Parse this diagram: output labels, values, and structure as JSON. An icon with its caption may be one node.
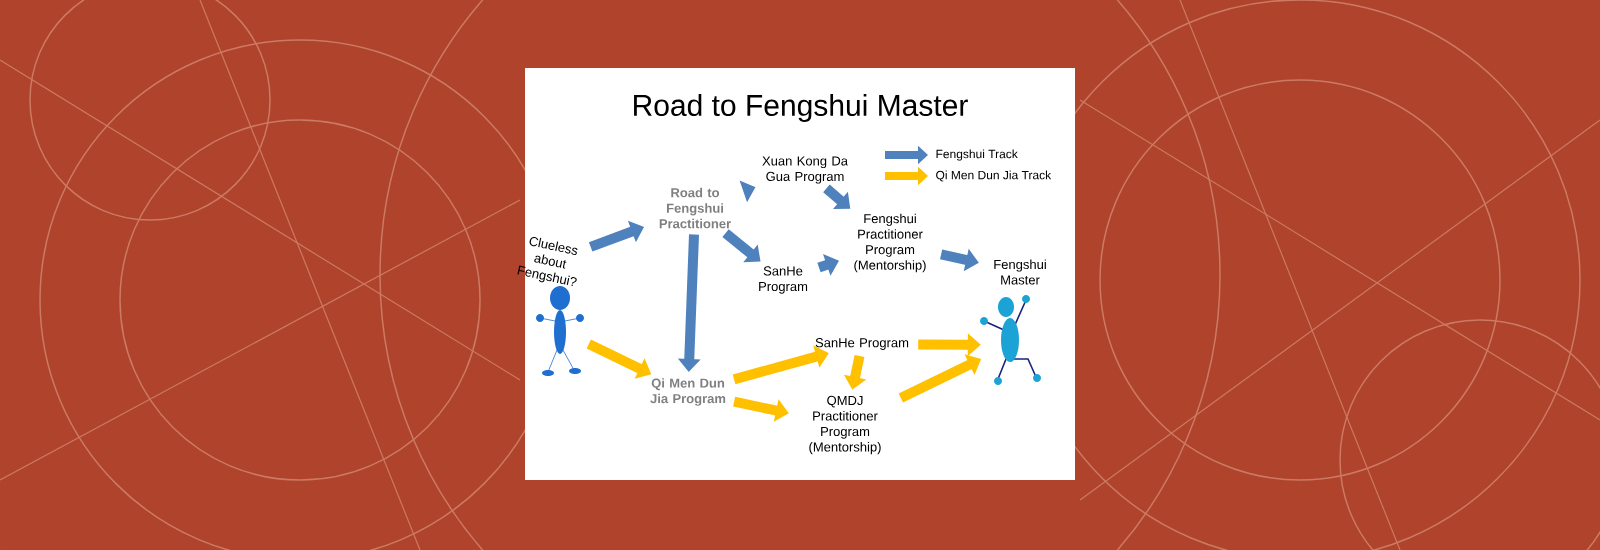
{
  "diagram": {
    "title": "Road to Fengshui Master",
    "nodes": [
      {
        "text": [
          "Clueless about Fengshui?"
        ]
      },
      {
        "text": [],
        "shape": "person"
      },
      {
        "text": [
          "Road to Fengshui Practitioner"
        ]
      },
      {
        "text": [
          "Xuan Kong Da Gua Program"
        ]
      },
      {
        "text": [
          "SanHe Program"
        ]
      },
      {
        "text": [
          "Fengshui Practitioner Program (Mentorship)"
        ]
      },
      {
        "text": [
          "Fengshui Master"
        ]
      },
      {
        "text": [],
        "shape": "person"
      },
      {
        "text": [
          "Qi Men Dun Jia Program"
        ]
      },
      {
        "text": [
          "SanHe Program"
        ]
      },
      {
        "text": [
          "QMDJ Practitioner Program (Mentorship)"
        ]
      }
    ],
    "edges": [
      {
        "from": 0,
        "to": 2,
        "arrow": "to"
      },
      {
        "from": 2,
        "to": 3,
        "arrow": "to"
      },
      {
        "from": 2,
        "to": 4,
        "arrow": "to"
      },
      {
        "from": 2,
        "to": 8,
        "arrow": "to"
      },
      {
        "from": 3,
        "to": 5,
        "arrow": "to"
      },
      {
        "from": 4,
        "to": 5,
        "arrow": "to"
      },
      {
        "from": 5,
        "to": 6,
        "arrow": "to"
      },
      {
        "from": 1,
        "to": 8,
        "arrow": "to",
        "color": "#ffc000"
      },
      {
        "from": 8,
        "to": 9,
        "arrow": "to",
        "color": "#ffc000"
      },
      {
        "from": 8,
        "to": 10,
        "arrow": "to",
        "color": "#ffc000"
      },
      {
        "from": 9,
        "to": 10,
        "arrow": "to",
        "color": "#ffc000"
      },
      {
        "from": 9,
        "to": 7,
        "arrow": "to",
        "color": "#ffc000"
      },
      {
        "from": 10,
        "to": 7,
        "arrow": "to",
        "color": "#ffc000"
      }
    ],
    "legend": [
      {
        "text": "Fengshui Track",
        "color": "#4f81bd"
      },
      {
        "text": "Qi Men Dun Jia Track",
        "color": "#ffc000"
      }
    ]
  }
}
